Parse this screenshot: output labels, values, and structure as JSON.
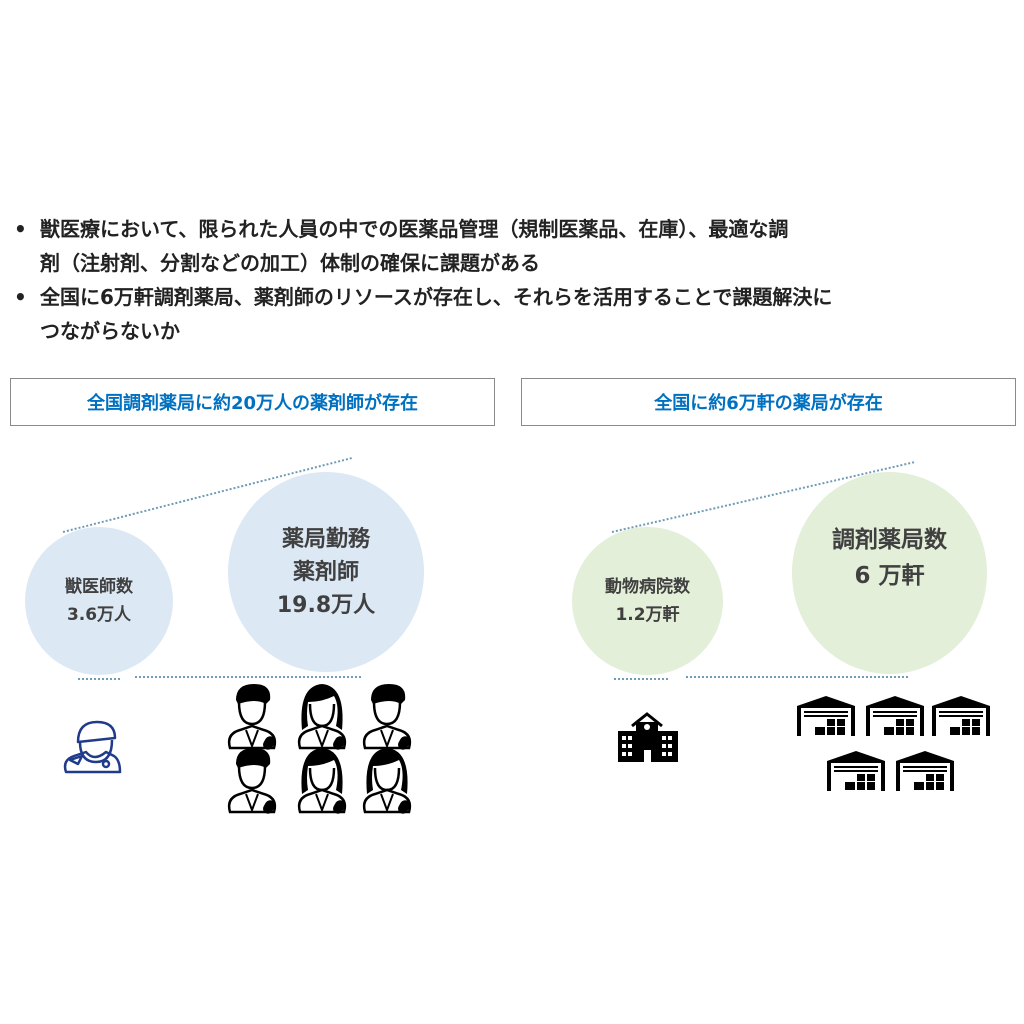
{
  "bullets": [
    {
      "marker": "•",
      "lines": [
        "獣医療において、限られた人員の中での医薬品管理（規制医薬品、在庫）、最適な調",
        "剤（注射剤、分割などの加工）体制の確保に課題がある"
      ]
    },
    {
      "marker": "•",
      "lines": [
        "全国に6万軒調剤薬局、薬剤師のリソースが存在し、それらを活用することで課題解決に",
        "つながらないか"
      ]
    }
  ],
  "left_panel": {
    "header": "全国調剤薬局に約20万人の薬剤師が存在",
    "small_circle": {
      "label": "獣医師数",
      "value": "3.6万人"
    },
    "big_circle": {
      "label1": "薬局勤務",
      "label2": "薬剤師",
      "value": "19.8万人"
    },
    "icons": [
      "veterinarian-icon",
      "pharmacist-icon"
    ]
  },
  "right_panel": {
    "header": "全国に約6万軒の薬局が存在",
    "small_circle": {
      "label": "動物病院数",
      "value": "1.2万軒"
    },
    "big_circle": {
      "label": "調剤薬局数",
      "value": "6 万軒"
    },
    "icons": [
      "hospital-icon",
      "warehouse-icon"
    ]
  },
  "colors": {
    "accent": "#0070c0",
    "blue_circle": "#dde8f5",
    "green_circle": "#e3efd9"
  }
}
